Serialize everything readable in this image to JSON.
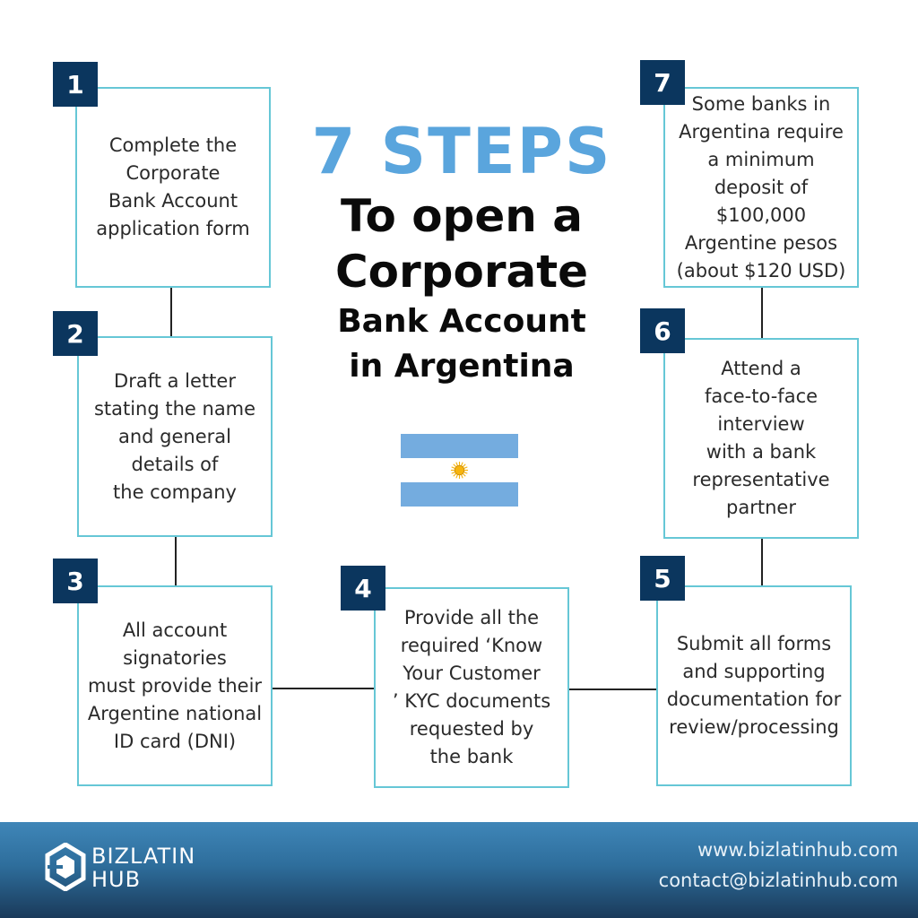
{
  "title": {
    "line1": "7 STEPS",
    "line2": "To open a",
    "line3": "Corporate",
    "line4": "Bank Account",
    "line5": "in Argentina"
  },
  "steps": [
    {
      "number": "1",
      "text": "Complete the\nCorporate\nBank Account\napplication form"
    },
    {
      "number": "2",
      "text": "Draft a letter\nstating the name\nand general\ndetails of\nthe company"
    },
    {
      "number": "3",
      "text": "All account\nsignatories\nmust provide their\nArgentine national\nID card (DNI)"
    },
    {
      "number": "4",
      "text": "Provide all the\nrequired ‘Know\nYour Customer\n’ KYC documents\nrequested by\nthe bank"
    },
    {
      "number": "5",
      "text": "Submit all forms\nand supporting\ndocumentation for\nreview/processing"
    },
    {
      "number": "6",
      "text": "Attend a\nface-to-face\ninterview\nwith a bank\nrepresentative\npartner"
    },
    {
      "number": "7",
      "text": "Some banks in\nArgentina require\na minimum\ndeposit of $100,000\nArgentine pesos\n(about $120 USD)"
    }
  ],
  "flag": {
    "band_color": "#74acdf",
    "sun_color": "#f6b40e",
    "icon": "argentina-flag-icon"
  },
  "footer": {
    "brand_line1": "BIZLATIN",
    "brand_line2": "HUB",
    "website": "www.bizlatinhub.com",
    "email": "contact@bizlatinhub.com"
  },
  "colors": {
    "accent_blue": "#5aa5dd",
    "badge_navy": "#0b365e",
    "box_border": "#66c7d6"
  }
}
